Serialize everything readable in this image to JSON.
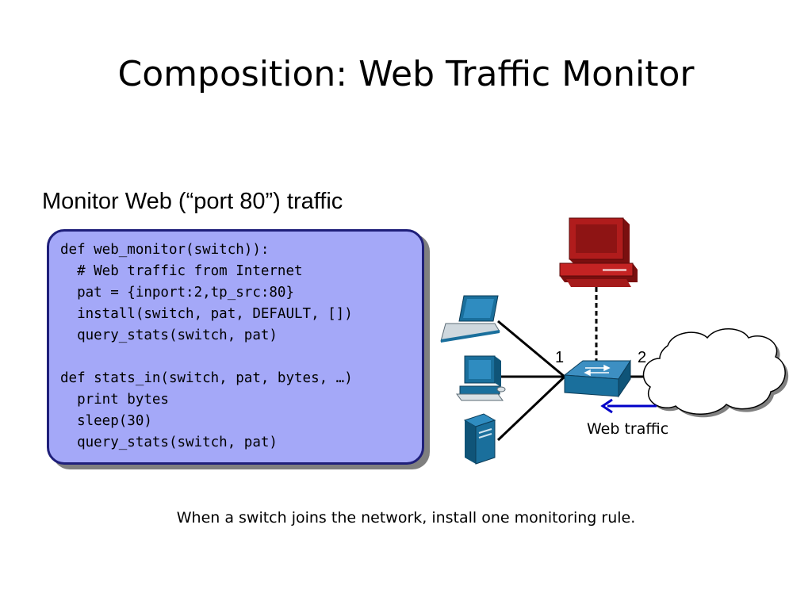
{
  "title": "Composition: Web Traffic Monitor",
  "subtitle": "Monitor Web (“port 80”) traffic",
  "code": [
    "def web_monitor(switch)):",
    "  # Web traffic from Internet",
    "  pat = {inport:2,tp_src:80}",
    "  install(switch, pat, DEFAULT, [])",
    "  query_stats(switch, pat)",
    "",
    "def stats_in(switch, pat, bytes, …)",
    "  print bytes",
    "  sleep(30)",
    "  query_stats(switch, pat)"
  ],
  "diagram": {
    "port_1": "1",
    "port_2": "2",
    "traffic_label": "Web traffic",
    "colors": {
      "monitor_host": "#b01c1c",
      "hosts": "#1a6f9c",
      "arrow": "#0000c8",
      "cloud": "#ffffff"
    },
    "icons": [
      "laptop-icon",
      "desktop-computer-icon",
      "server-icon",
      "switch-icon",
      "monitor-workstation-icon",
      "cloud-icon",
      "arrow-icon"
    ]
  },
  "caption": "When a switch joins the network, install one monitoring rule."
}
